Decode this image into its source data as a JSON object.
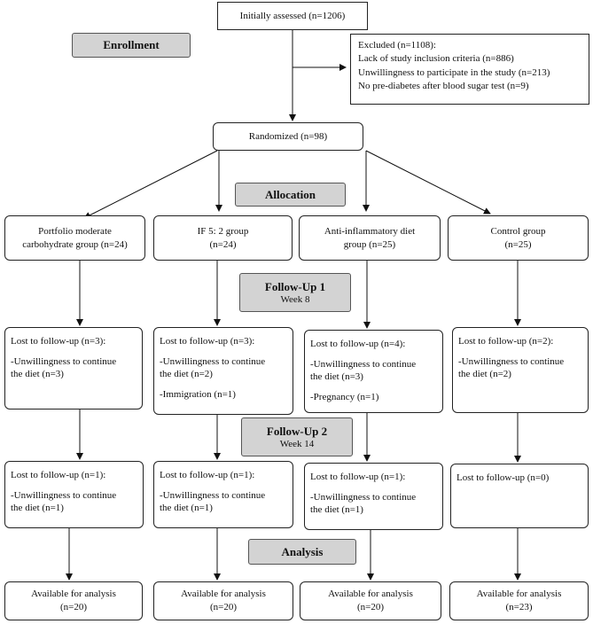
{
  "initial": "Initially assessed (n=1206)",
  "excluded": {
    "title": "Excluded (n=1108):",
    "reasons": [
      "Lack of study inclusion criteria (n=886)",
      "Unwillingness to participate in the study (n=213)",
      "No pre-diabetes after blood sugar test (n=9)"
    ]
  },
  "randomized": "Randomized (n=98)",
  "stages": {
    "enrollment": "Enrollment",
    "allocation": "Allocation",
    "followup1": "Follow-Up 1",
    "followup1_sub": "Week 8",
    "followup2": "Follow-Up 2",
    "followup2_sub": "Week 14",
    "analysis": "Analysis"
  },
  "groups": [
    {
      "line1": "Portfolio moderate",
      "line2": "carbohydrate group (n=24)"
    },
    {
      "line1": "IF 5: 2 group",
      "line2": "(n=24)"
    },
    {
      "line1": "Anti-inflammatory diet",
      "line2": "group (n=25)"
    },
    {
      "line1": "Control group",
      "line2": "(n=25)"
    }
  ],
  "followup1": [
    {
      "title": "Lost to follow-up (n=3):",
      "r1a": "-Unwillingness to continue",
      "r1b": "the diet (n=3)",
      "r2": ""
    },
    {
      "title": "Lost to follow-up (n=3):",
      "r1a": "-Unwillingness to continue",
      "r1b": "the diet (n=2)",
      "r2": "-Immigration (n=1)"
    },
    {
      "title": "Lost to follow-up (n=4):",
      "r1a": "-Unwillingness to continue",
      "r1b": "the diet (n=3)",
      "r2": "-Pregnancy (n=1)"
    },
    {
      "title": "Lost to follow-up (n=2):",
      "r1a": "-Unwillingness to continue",
      "r1b": "the diet (n=2)",
      "r2": ""
    }
  ],
  "followup2": [
    {
      "title": "Lost to follow-up (n=1):",
      "r1a": "-Unwillingness to continue",
      "r1b": "the diet (n=1)"
    },
    {
      "title": "Lost to follow-up (n=1):",
      "r1a": "-Unwillingness to continue",
      "r1b": "the diet (n=1)"
    },
    {
      "title": "Lost to follow-up (n=1):",
      "r1a": "-Unwillingness to continue",
      "r1b": "the diet (n=1)"
    },
    {
      "title": "Lost to follow-up (n=0)",
      "r1a": "",
      "r1b": ""
    }
  ],
  "analysis": [
    {
      "line1": "Available for analysis",
      "line2": "(n=20)"
    },
    {
      "line1": "Available for analysis",
      "line2": "(n=20)"
    },
    {
      "line1": "Available for analysis",
      "line2": "(n=20)"
    },
    {
      "line1": "Available for analysis",
      "line2": "(n=23)"
    }
  ]
}
